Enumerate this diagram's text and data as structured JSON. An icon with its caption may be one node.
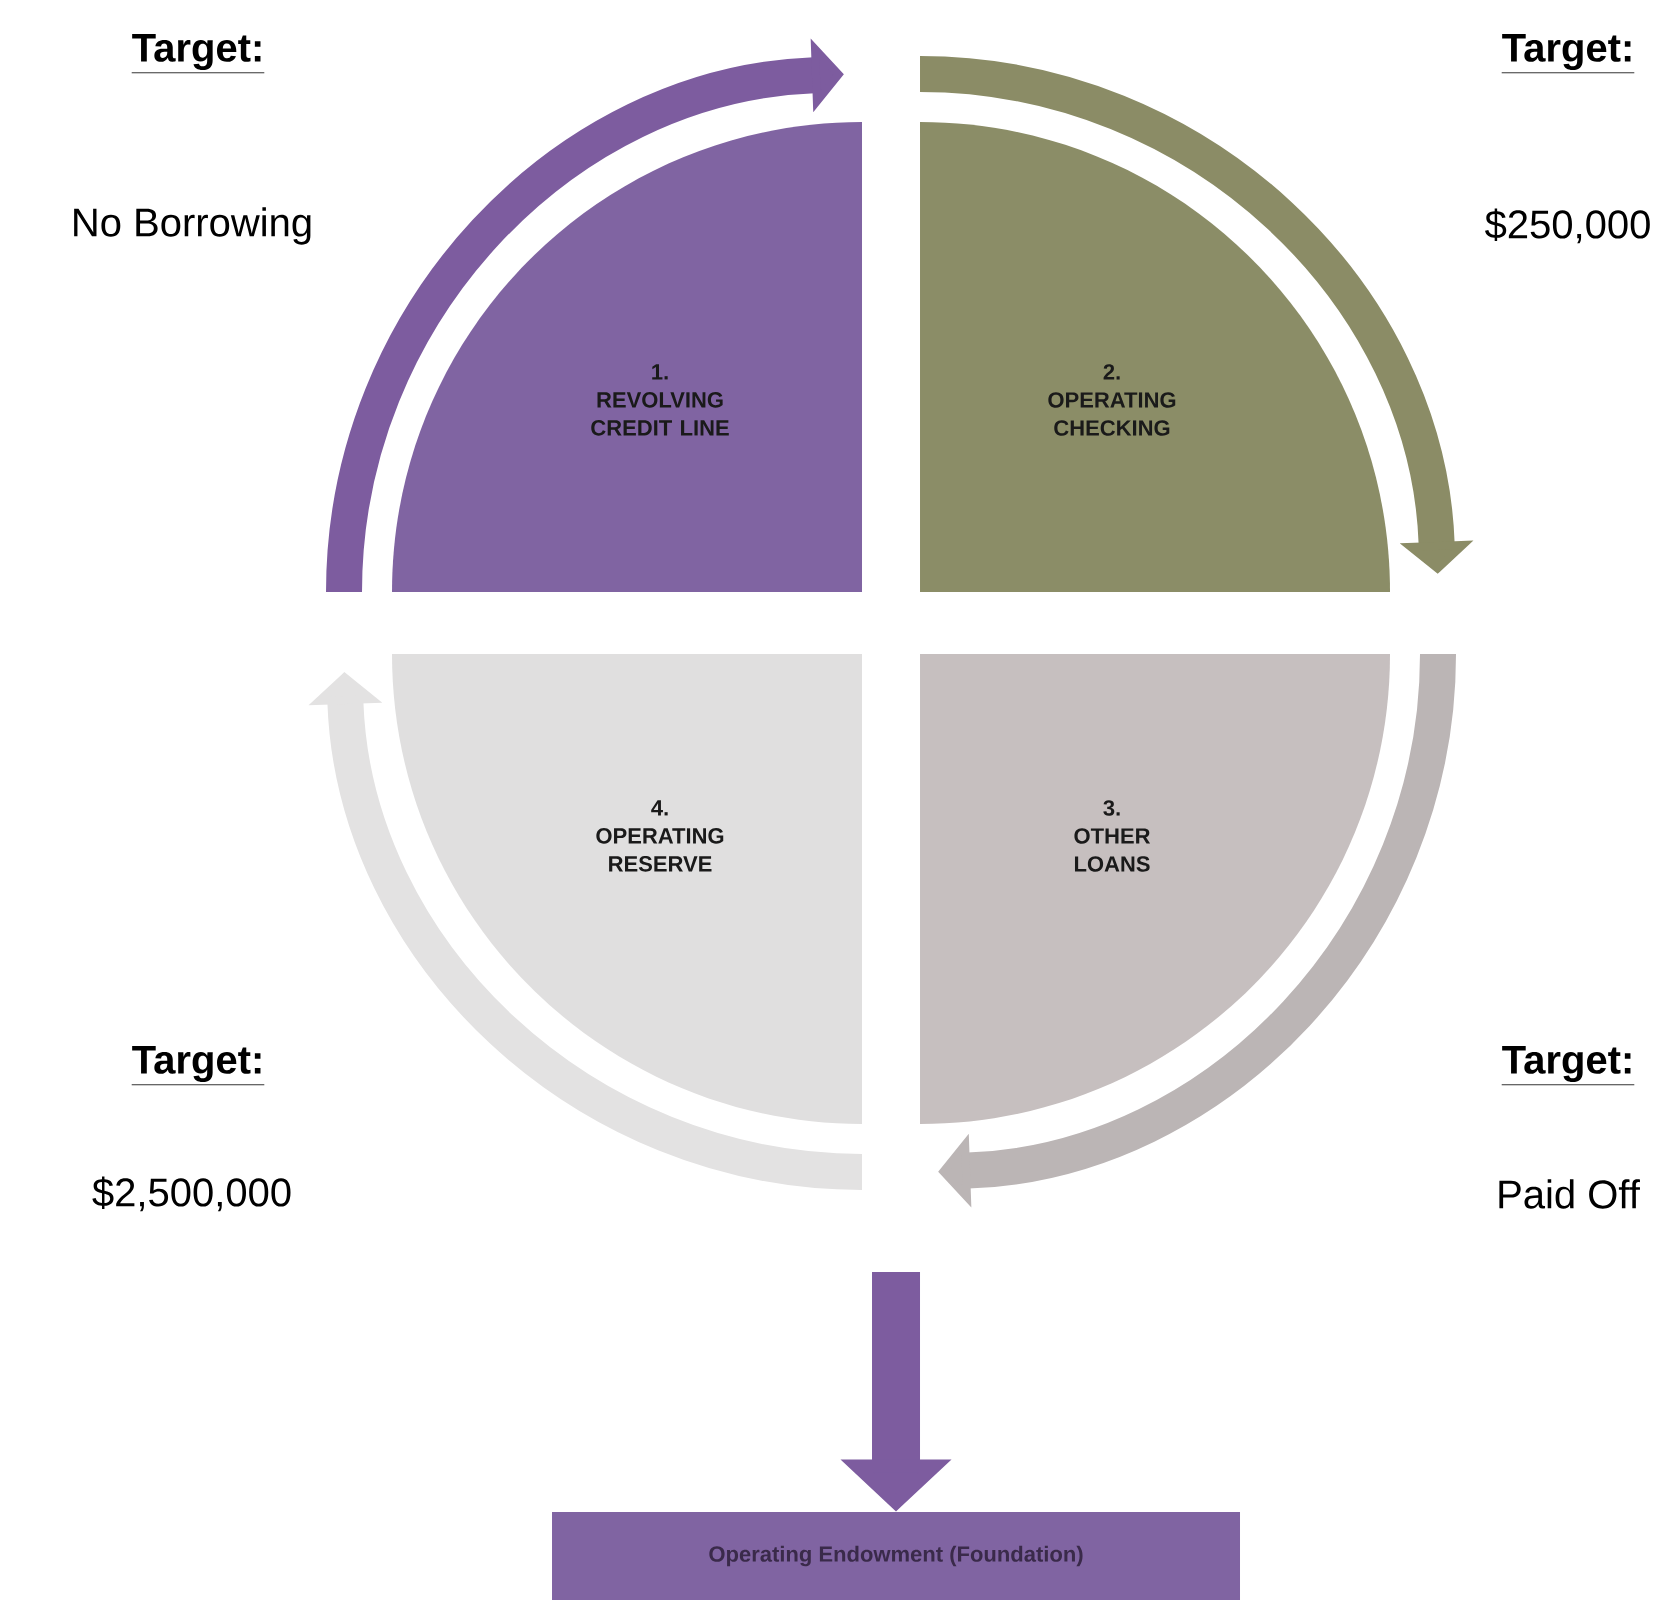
{
  "diagram": {
    "nodes": [
      {
        "text": [
          "1.",
          "REVOLVING CREDIT LINE"
        ]
      },
      {
        "text": [
          "2.",
          "OPERATING CHECKING"
        ]
      },
      {
        "text": [
          "3.",
          "OTHER LOANS"
        ]
      },
      {
        "text": [
          "4.",
          "OPERATING RESERVE"
        ]
      },
      {
        "text": [
          "Operating Endowment (Foundation)"
        ]
      }
    ],
    "edges": [
      {
        "from": null,
        "to": 4,
        "arrow": "to"
      }
    ],
    "labels": [
      "Target:",
      "Target:",
      "No Borrowing",
      "$250,000",
      "Target:",
      "Target:",
      "$2,500,000",
      "Paid Off"
    ]
  }
}
